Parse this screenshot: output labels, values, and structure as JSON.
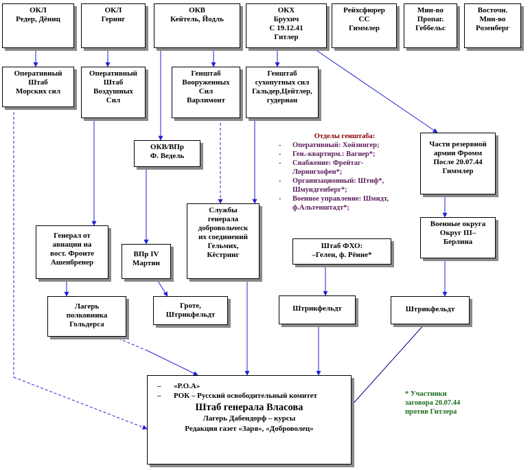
{
  "boxes": {
    "okl1": [
      "ОКЛ",
      "Редер, Дёниц"
    ],
    "okl2": [
      "ОКЛ",
      "Геринг"
    ],
    "okv": [
      "ОКВ",
      "Кейтель, Йодль"
    ],
    "okh": [
      "ОКХ",
      "Брухич",
      "С 19.12.41",
      "Гитлер"
    ],
    "reichsfuhrer": [
      "Рейхсфюрер",
      "СС",
      "Гиммлер"
    ],
    "propaganda": [
      "Мин-во",
      "Пропаг.",
      "Геббельс"
    ],
    "east": [
      "Восточн.",
      "Мин-во",
      "Розенберг"
    ],
    "navy_staff": [
      "Оперативный",
      "Штаб",
      "Морских сил"
    ],
    "air_staff": [
      "Оперативный",
      "Штаб",
      "Воздушных",
      "Сил"
    ],
    "armed_staff": [
      "Генштаб",
      "Вооруженных",
      "Сил",
      "Варлимонт"
    ],
    "ground_staff": [
      "Генштаб",
      "сухопутных сил",
      "Гальдер,Цейтлер,",
      "гудериан"
    ],
    "reserve_army": [
      "Части резервной",
      "армии Фромм",
      "После 20.07.44",
      "Гиммлер"
    ],
    "okv_vpr": [
      "ОКВ/ВПр",
      "Ф. Ведель"
    ],
    "military_districts": [
      "Военные округа",
      "Округ III–",
      "Берлина"
    ],
    "volunteer_services": [
      "Службы",
      "генерала",
      "добровольческ",
      "их соединений",
      "Гельмих,",
      "Кёстринг"
    ],
    "general_volunteers": [
      "Генерал от",
      "авиации на",
      "вост. Фронте",
      "Ашенбренер"
    ],
    "vpr4": [
      "ВПр IV",
      "Мартин"
    ],
    "fho_staff": [
      "Штаб ФХО:",
      "–Гелен, ф. Рённе*"
    ],
    "camp_goldersa": [
      "Лагерь",
      "полковника",
      "Гольдерса"
    ],
    "grote": [
      "Гроте,",
      "Штрикфельдт"
    ],
    "strik1": [
      "Штрикфельдт"
    ],
    "strik2": [
      "Штрикфельдт"
    ]
  },
  "departments": {
    "title": "Отделы генштаба:",
    "items": [
      "Оперативный: Хойзингер;",
      "Ген.-квартирм.: Вагнер*;",
      "Снабжение: Фрейтаг-Лорингхофен*;",
      "Организационный: Штиф*, Шмундгенберг*;",
      "Военное управление: Шмидт, ф.Альтенштадт*;"
    ]
  },
  "main": {
    "bullets": [
      "«Р.О.А»",
      "РОК – Русский освободительный комитет"
    ],
    "title": "Штаб генерала Власова",
    "lines": [
      "Лагерь Дабендорф – курсы",
      "Редакция газет «Заря», «Доброволец»"
    ]
  },
  "footnote": [
    "* Участники",
    "заговора 20.07.44",
    "против Гитлера"
  ],
  "colors": {
    "arrow": "#1f1fd6",
    "link": "#000080",
    "dept_title": "#8b0000",
    "dept_items": "#5a1a5a",
    "footnote": "#1a6b1a",
    "shadow": "#8a8a8a"
  }
}
